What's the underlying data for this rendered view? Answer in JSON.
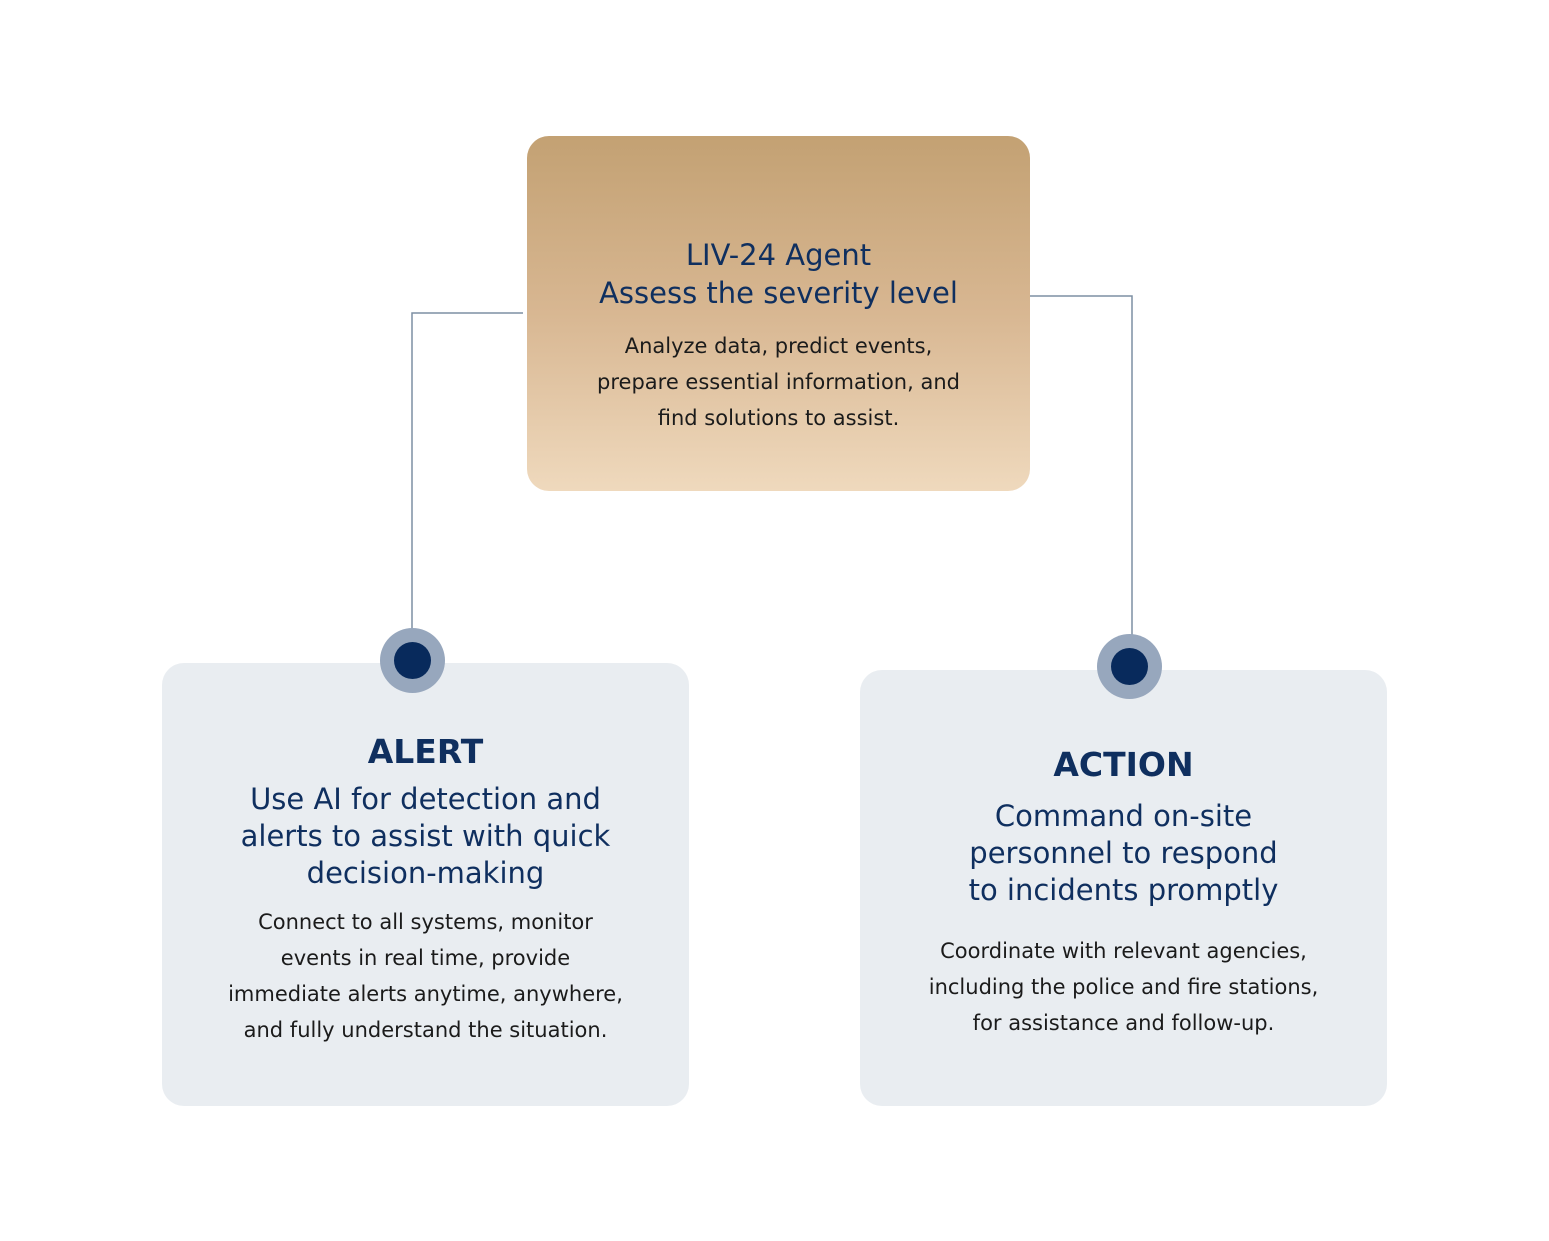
{
  "agent": {
    "title": "LIV-24 Agent\nAssess the severity level",
    "description": "Analyze data, predict events,\nprepare essential information, and\nfind solutions to assist."
  },
  "alert": {
    "label": "ALERT",
    "title": "Use AI for detection and\nalerts to assist with quick\ndecision-making",
    "description": "Connect to all systems, monitor\nevents in real time, provide\nimmediate alerts anytime, anywhere,\nand fully understand the situation."
  },
  "action": {
    "label": "ACTION",
    "title": "Command on-site\npersonnel to respond\nto incidents promptly",
    "description": "Coordinate with relevant agencies,\nincluding the police and fire stations,\nfor assistance and follow-up."
  },
  "colors": {
    "heading": "#0f2f5f",
    "connector": "#7d8fa3",
    "node_outer": "#97a7bd",
    "node_inner": "#082a5c",
    "card_light": "#e9edf1",
    "agent_gradient_top": "#c3a173",
    "agent_gradient_bottom": "#efd9bd"
  }
}
